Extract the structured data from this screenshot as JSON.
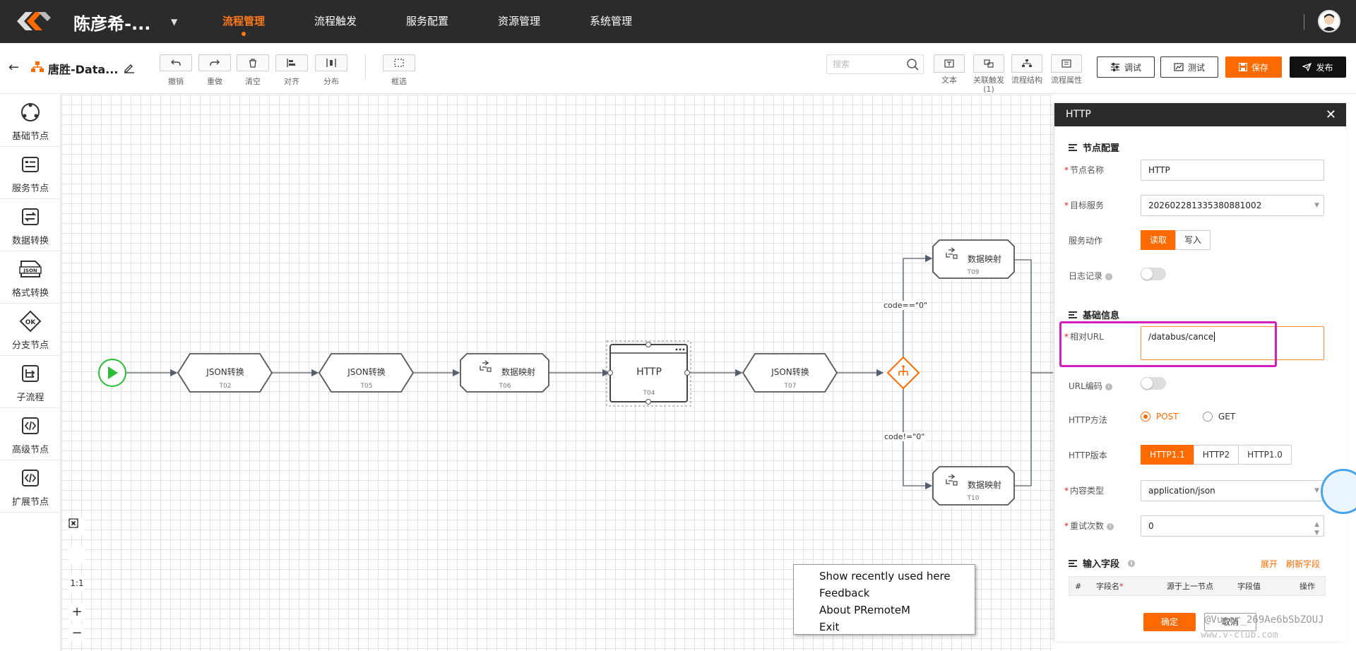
{
  "app": {
    "title": "陈彦希-...",
    "brand_color": "#ff6a00"
  },
  "nav": [
    {
      "label": "流程管理",
      "active": true
    },
    {
      "label": "流程触发"
    },
    {
      "label": "服务配置"
    },
    {
      "label": "资源管理"
    },
    {
      "label": "系统管理"
    }
  ],
  "toolbar": {
    "flow_name": "唐胜-Data...",
    "undo": "撤销",
    "redo": "重做",
    "clear": "清空",
    "align": "对齐",
    "distribute": "分布",
    "select": "框选",
    "search_placeholder": "搜索",
    "text": "文本",
    "related_trigger": "关联触发",
    "related_count": "(1)",
    "flow_structure": "流程结构",
    "flow_props": "流程属性",
    "debug": "调试",
    "test": "测试",
    "save": "保存",
    "publish": "发布"
  },
  "palette": [
    {
      "label": "基础节点",
      "icon": "basic-node-icon"
    },
    {
      "label": "服务节点",
      "icon": "service-node-icon"
    },
    {
      "label": "数据转换",
      "icon": "data-convert-icon"
    },
    {
      "label": "格式转换",
      "icon": "json-format-icon"
    },
    {
      "label": "分支节点",
      "icon": "branch-ok-icon"
    },
    {
      "label": "子流程",
      "icon": "subflow-icon"
    },
    {
      "label": "高级节点",
      "icon": "code-icon"
    },
    {
      "label": "扩展节点",
      "icon": "code-icon"
    }
  ],
  "canvas": {
    "nodes": {
      "t02": {
        "label": "JSON转换",
        "id": "T02"
      },
      "t05": {
        "label": "JSON转换",
        "id": "T05"
      },
      "t06": {
        "label": "数据映射",
        "id": "T06"
      },
      "t04": {
        "label": "HTTP",
        "id": "T04"
      },
      "t07": {
        "label": "JSON转换",
        "id": "T07"
      },
      "t09": {
        "label": "数据映射",
        "id": "T09"
      },
      "t10": {
        "label": "数据映射",
        "id": "T10"
      }
    },
    "cond_top": "code==\"0\"",
    "cond_bottom": "code!=\"0\"",
    "zoom_reset": "1:1",
    "zoom_in": "+",
    "zoom_out": "−"
  },
  "context_menu": [
    "Show recently used here",
    "Feedback",
    "About PRemoteM",
    "Exit"
  ],
  "panel": {
    "title": "HTTP",
    "close": "✕",
    "section_node": "节点配置",
    "node_name_label": "节点名称",
    "node_name": "HTTP",
    "target_service_label": "目标服务",
    "target_service": "202602281335380881002",
    "service_action_label": "服务动作",
    "action_read": "读取",
    "action_write": "写入",
    "log_label": "日志记录",
    "section_basic": "基础信息",
    "url_label": "相对URL",
    "url_value": "/databus/cance",
    "url_encode_label": "URL编码",
    "method_label": "HTTP方法",
    "method_post": "POST",
    "method_get": "GET",
    "version_label": "HTTP版本",
    "v11": "HTTP1.1",
    "v2": "HTTP2",
    "v10": "HTTP1.0",
    "content_type_label": "内容类型",
    "content_type": "application/json",
    "retry_label": "重试次数",
    "retry": "0",
    "section_input": "输入字段",
    "expand": "展开",
    "refresh": "刷新字段",
    "col_no": "#",
    "col_name": "字段名",
    "col_src": "源于上一节点",
    "col_val": "字段值",
    "col_op": "操作",
    "ok": "确定",
    "cancel": "取消"
  },
  "watermark": {
    "text": "@Vuser_269Ae6bSbZOUJ",
    "url": "www.v-club.com"
  }
}
